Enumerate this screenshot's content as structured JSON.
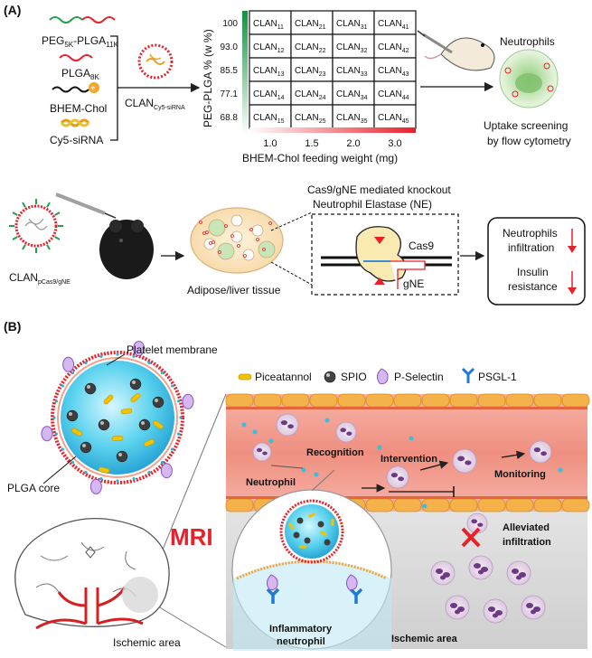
{
  "panel_a": {
    "label": "(A)",
    "components": [
      "PEG",
      "5K",
      "-PLGA",
      "11K",
      "PLGA",
      "8K",
      "BHEM-Chol",
      "Cy5-siRNA"
    ],
    "clan_label": "CLAN",
    "clan_sub": "Cy5-siRNA",
    "y_axis_label": "PEG-PLGA % (w %)",
    "y_ticks": [
      "100",
      "93.0",
      "85.5",
      "77.1",
      "68.8"
    ],
    "x_ticks": [
      "1.0",
      "1.5",
      "2.0",
      "3.0"
    ],
    "x_axis_label": "BHEM-Chol feeding weight (mg)",
    "grid_prefix": "CLAN",
    "grid": [
      [
        "11",
        "21",
        "31",
        "41"
      ],
      [
        "12",
        "22",
        "32",
        "42"
      ],
      [
        "13",
        "23",
        "33",
        "43"
      ],
      [
        "14",
        "24",
        "34",
        "44"
      ],
      [
        "15",
        "25",
        "35",
        "45"
      ]
    ],
    "neutrophils_title": "Neutrophils",
    "uptake_line1": "Uptake screening",
    "uptake_line2": "by flow cytometry",
    "knockout_line1": "Cas9/gNE mediated knockout",
    "knockout_line2": "Neutrophil Elastase (NE)",
    "cas9": "Cas9",
    "gne": "gNE",
    "clan2_label": "CLAN",
    "clan2_sub": "pCas9/gNE",
    "tissue_label": "Adipose/liver tissue",
    "outcome1_line1": "Neutrophils",
    "outcome1_line2": "infiltration",
    "outcome2_line1": "Insulin",
    "outcome2_line2": "resistance"
  },
  "panel_b": {
    "label": "(B)",
    "platelet_membrane": "Platelet membrane",
    "plga_core": "PLGA core",
    "legend": [
      "Piceatannol",
      "SPIO",
      "P-Selectin",
      "PSGL-1"
    ],
    "neutrophil": "Neutrophil",
    "recognition": "Recognition",
    "intervention": "Intervention",
    "monitoring": "Monitoring",
    "alleviated_line1": "Alleviated",
    "alleviated_line2": "infiltration",
    "mri": "MRI",
    "ischemic_area_brain": "Ischemic area",
    "inflammatory_line1": "Inflammatory",
    "inflammatory_line2": "neutrophil",
    "ischemic_area_zone": "Ischemic area"
  },
  "colors": {
    "accent_red": "#e8202a",
    "green": "#1ea04c",
    "vessel": "#f29a8c",
    "core": "#5ad2ee",
    "mri": "#e8202a"
  }
}
